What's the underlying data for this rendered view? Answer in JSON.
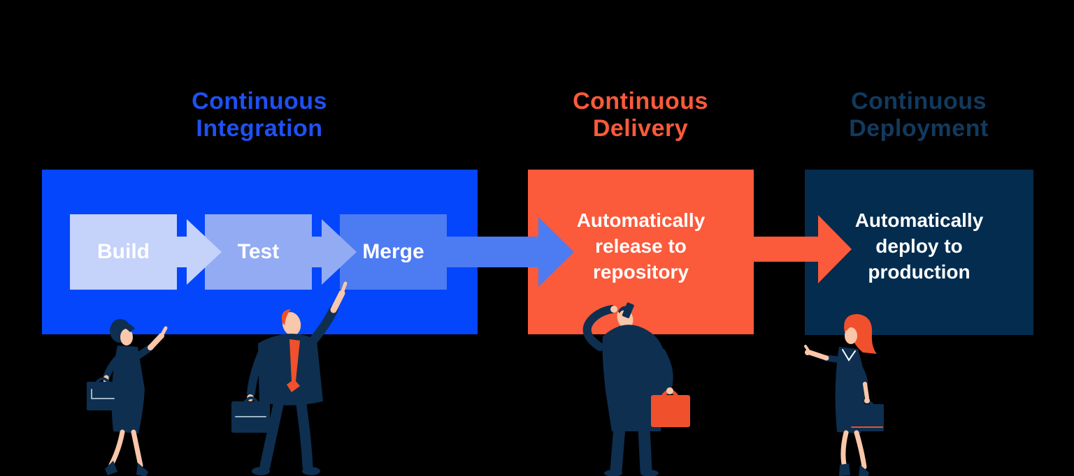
{
  "colors": {
    "background": "#000000",
    "ci_panel_blue": "#0446fb",
    "ci_title_blue": "#1e51f2",
    "build_fill": "#c5d2f9",
    "test_fill": "#92abf3",
    "merge_fill": "#4d7bf2",
    "delivery_orange": "#fb5a3b",
    "deployment_navy": "#032c4e",
    "deployment_title_navy": "#123a5e",
    "white": "#ffffff",
    "skin": "#f9c7a9",
    "figure_navy": "#0e2f50",
    "hair_orange": "#f0502c",
    "case_detail": "#9eb3c6"
  },
  "stages": {
    "integration": {
      "title_line1": "Continuous",
      "title_line2": "Integration",
      "steps": [
        "Build",
        "Test",
        "Merge"
      ]
    },
    "delivery": {
      "title_line1": "Continuous",
      "title_line2": "Delivery",
      "body_lines": [
        "Automatically",
        "release to",
        "repository"
      ]
    },
    "deployment": {
      "title_line1": "Continuous",
      "title_line2": "Deployment",
      "body_lines": [
        "Automatically",
        "deploy to",
        "production"
      ]
    }
  }
}
